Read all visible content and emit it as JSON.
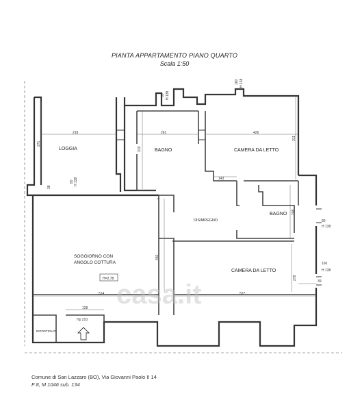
{
  "title": {
    "line1": "PIANTA APPARTAMENTO PIANO QUARTO",
    "line2": "Scala 1:50"
  },
  "rooms": {
    "loggia": "LOGGIA",
    "bagno1": "BAGNO",
    "camera1": "CAMERA DA LETTO",
    "disimpegno": "DISIMPEGNO",
    "bagno2": "BAGNO",
    "soggiorno1": "SOGGIORNO CON",
    "soggiorno2": "ANGOLO COTTURA",
    "camera2": "CAMERA DA LETTO",
    "ripostiglio": "RIPOSTIGLIO",
    "height_badge": "H=2,78"
  },
  "dimensions": {
    "d218": "218",
    "d261": "261",
    "d426": "426",
    "d271": "271",
    "d319": "319",
    "d311": "311",
    "d143": "143",
    "d208": "208",
    "d450": "450",
    "d278": "278",
    "d514": "514",
    "d527": "527",
    "d128": "128",
    "d39": "39",
    "d38": "38",
    "d80a": "80",
    "d80b": "80",
    "d80c": "80",
    "d160a": "160",
    "d160b": "160",
    "h138a": "H 138",
    "h138b": "H 138",
    "h138c": "H 138",
    "h138d": "H 138",
    "h138e": "H 138",
    "hp": "Hp 210"
  },
  "watermark": "casa.it",
  "footer": {
    "line1": "Comune di San Lazzaro (BO), Via Giovanni Paolo II 14",
    "line2": "F 8, M 1046 sub. 134"
  }
}
